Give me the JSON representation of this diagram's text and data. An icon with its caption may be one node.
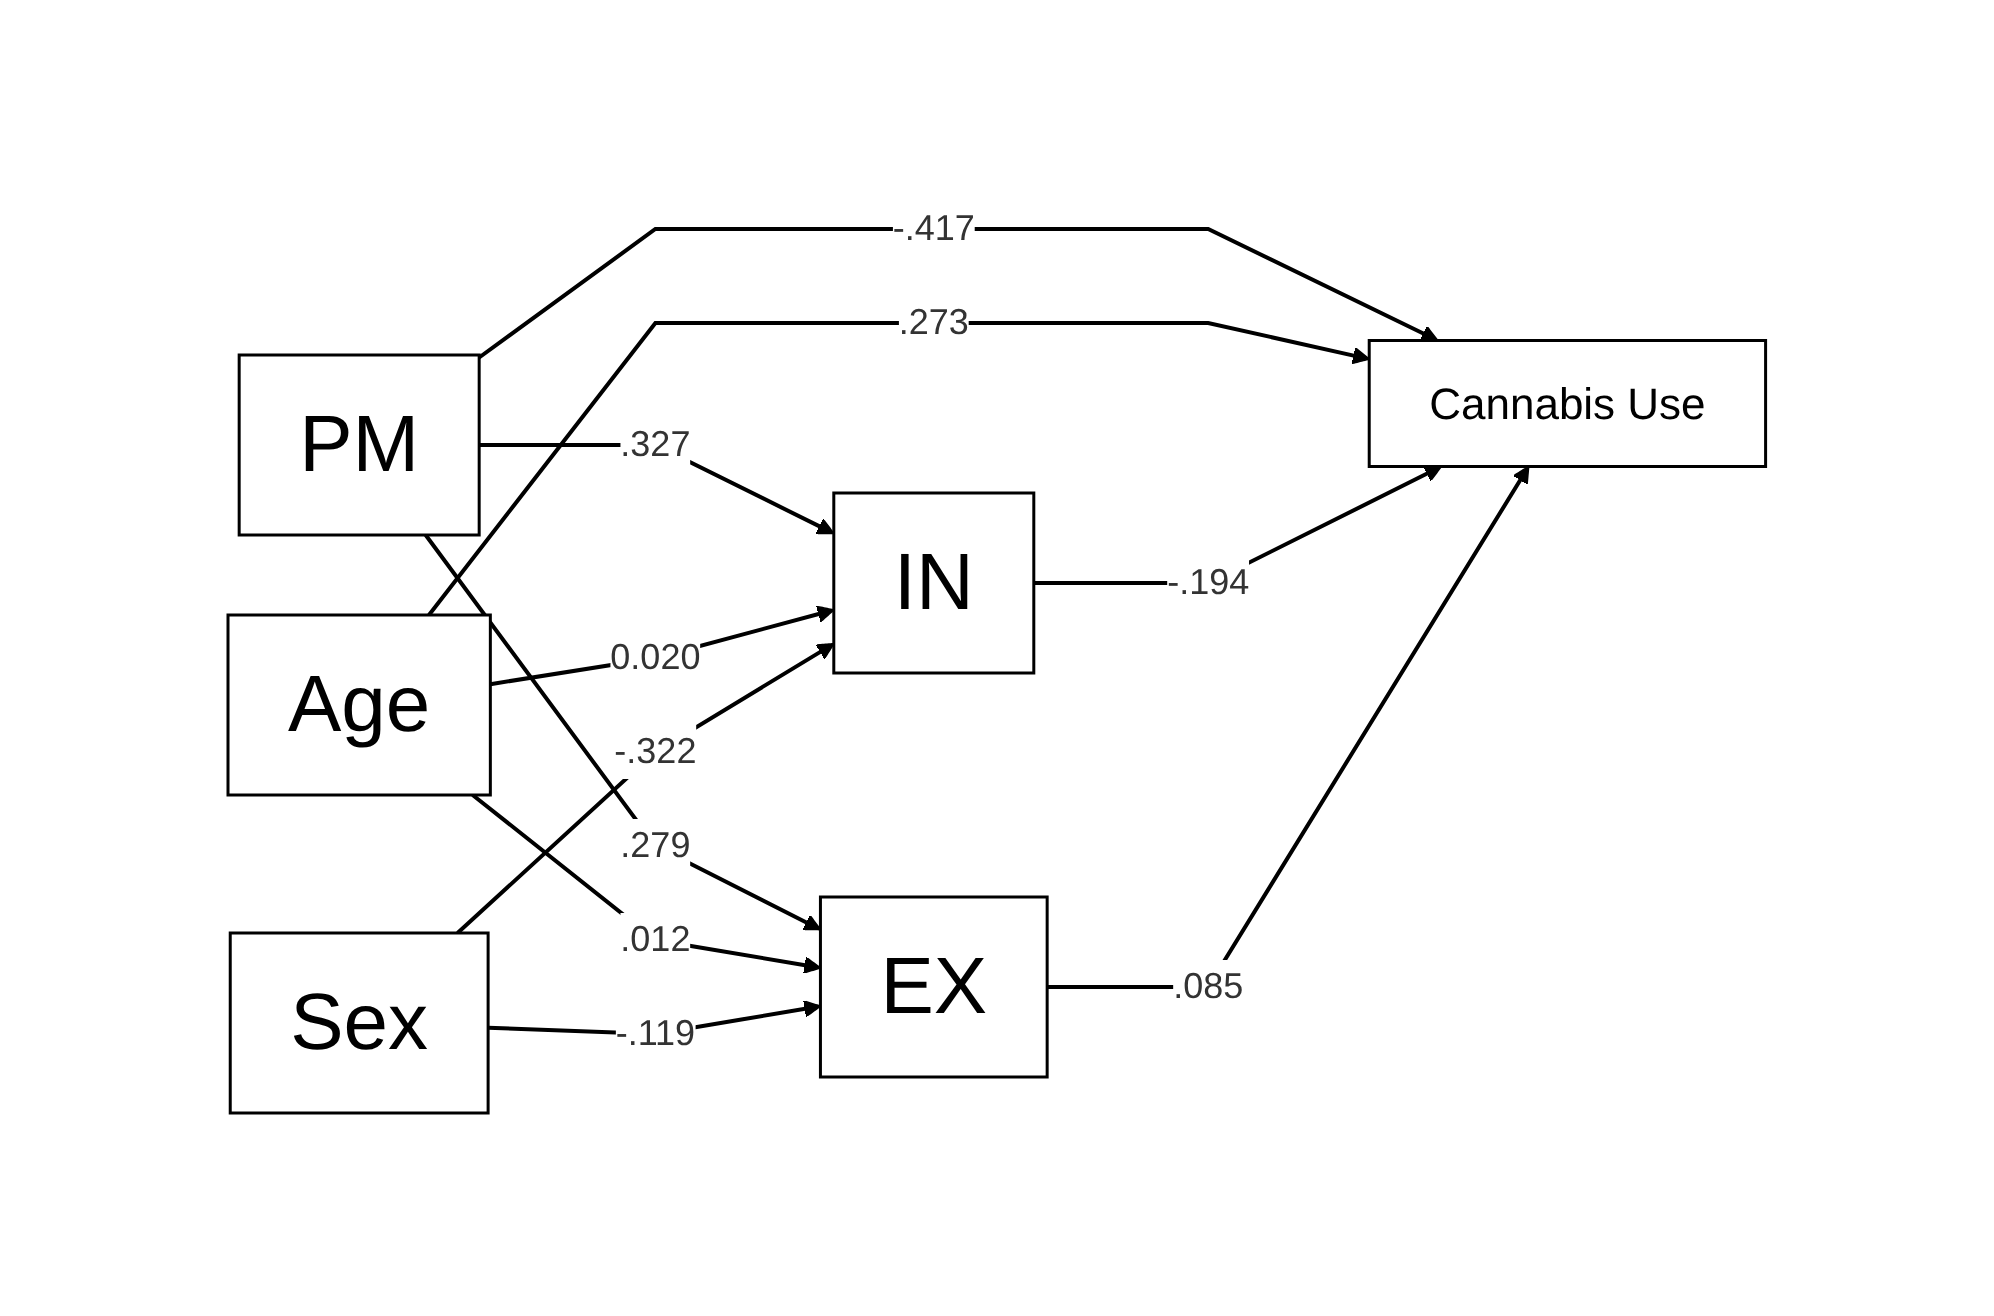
{
  "diagram": {
    "nodes": [
      {
        "text": [
          "PM"
        ]
      },
      {
        "text": [
          "Age"
        ]
      },
      {
        "text": [
          "Sex"
        ]
      },
      {
        "text": [
          "IN"
        ]
      },
      {
        "text": [
          "EX"
        ]
      },
      {
        "text": [
          "Cannabis Use"
        ]
      }
    ],
    "edges": [
      {
        "from": 0,
        "to": 3,
        "arrow": "to",
        "label": ".327"
      },
      {
        "from": 0,
        "to": 4,
        "arrow": "to",
        "label": ".279"
      },
      {
        "from": 0,
        "to": 5,
        "arrow": "to",
        "label": "-.417"
      },
      {
        "from": 1,
        "to": 3,
        "arrow": "to",
        "label": "0.020"
      },
      {
        "from": 1,
        "to": 4,
        "arrow": "to",
        "label": ".012"
      },
      {
        "from": 1,
        "to": 5,
        "arrow": "to",
        "label": ".273"
      },
      {
        "from": 2,
        "to": 3,
        "arrow": "to",
        "label": "-.322"
      },
      {
        "from": 2,
        "to": 4,
        "arrow": "to",
        "label": "-.119"
      },
      {
        "from": 3,
        "to": 5,
        "arrow": "to",
        "label": "-.194"
      },
      {
        "from": 4,
        "to": 5,
        "arrow": "to",
        "label": ".085"
      }
    ]
  }
}
